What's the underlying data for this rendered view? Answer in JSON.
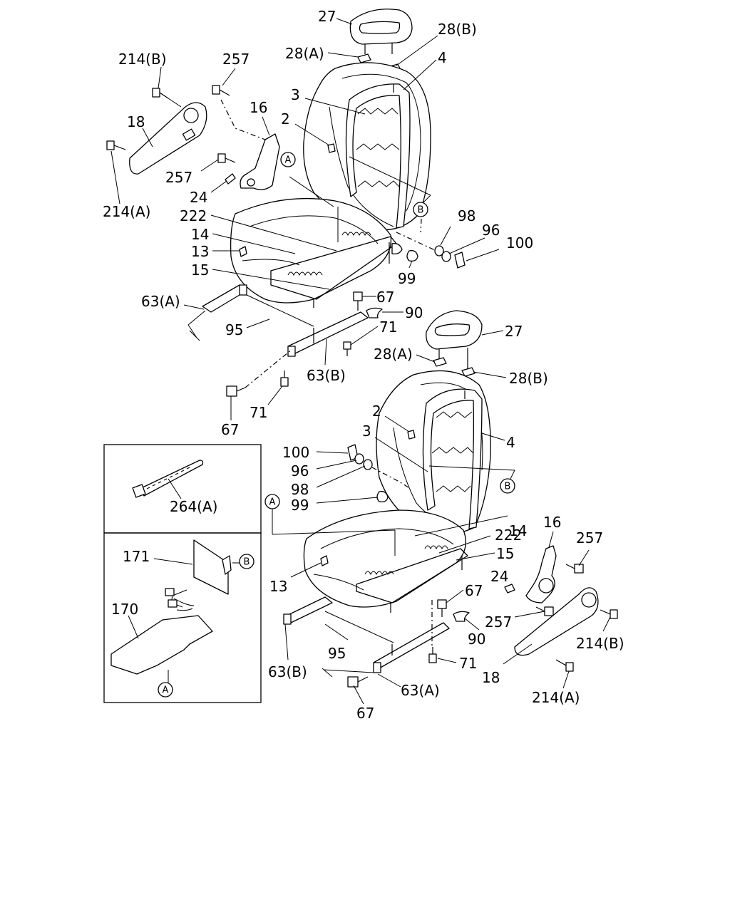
{
  "diagram": {
    "callouts": [
      {
        "id": "upper-headrest",
        "text": "27"
      },
      {
        "id": "upper-guide-a",
        "text": "28(A)"
      },
      {
        "id": "upper-guide-b",
        "text": "28(B)"
      },
      {
        "id": "upper-frame",
        "text": "4"
      },
      {
        "id": "upper-pad",
        "text": "3"
      },
      {
        "id": "upper-clip",
        "text": "2"
      },
      {
        "id": "upper-bolt-214b",
        "text": "214(B)"
      },
      {
        "id": "upper-bolt-257-top",
        "text": "257"
      },
      {
        "id": "upper-lever-16",
        "text": "16"
      },
      {
        "id": "upper-cover-18",
        "text": "18"
      },
      {
        "id": "upper-bolt-257-mid",
        "text": "257"
      },
      {
        "id": "upper-knob-24",
        "text": "24"
      },
      {
        "id": "upper-bolt-214a",
        "text": "214(A)"
      },
      {
        "id": "upper-harness-222",
        "text": "222"
      },
      {
        "id": "upper-cushion-14",
        "text": "14"
      },
      {
        "id": "upper-clip-13",
        "text": "13"
      },
      {
        "id": "upper-frame-15",
        "text": "15"
      },
      {
        "id": "upper-washer-98",
        "text": "98"
      },
      {
        "id": "upper-nut-96",
        "text": "96"
      },
      {
        "id": "upper-cap-100",
        "text": "100"
      },
      {
        "id": "upper-bushing-99",
        "text": "99"
      },
      {
        "id": "upper-rail-63a",
        "text": "63(A)"
      },
      {
        "id": "upper-bolt-67-top",
        "text": "67"
      },
      {
        "id": "upper-cover-90",
        "text": "90"
      },
      {
        "id": "upper-bar-95",
        "text": "95"
      },
      {
        "id": "upper-bolt-71-mid",
        "text": "71"
      },
      {
        "id": "upper-rail-63b",
        "text": "63(B)"
      },
      {
        "id": "upper-bolt-71-low",
        "text": "71"
      },
      {
        "id": "upper-bolt-67-low",
        "text": "67"
      },
      {
        "id": "lower-headrest",
        "text": "27"
      },
      {
        "id": "lower-guide-a",
        "text": "28(A)"
      },
      {
        "id": "lower-guide-b",
        "text": "28(B)"
      },
      {
        "id": "lower-clip",
        "text": "2"
      },
      {
        "id": "lower-pad",
        "text": "3"
      },
      {
        "id": "lower-frame",
        "text": "4"
      },
      {
        "id": "lower-cap-100",
        "text": "100"
      },
      {
        "id": "lower-nut-96",
        "text": "96"
      },
      {
        "id": "lower-washer-98",
        "text": "98"
      },
      {
        "id": "lower-bushing-99",
        "text": "99"
      },
      {
        "id": "lower-cushion-14",
        "text": "14"
      },
      {
        "id": "lower-lever-16",
        "text": "16"
      },
      {
        "id": "lower-bolt-257-top",
        "text": "257"
      },
      {
        "id": "lower-harness-222",
        "text": "222"
      },
      {
        "id": "lower-frame-15",
        "text": "15"
      },
      {
        "id": "lower-clip-13",
        "text": "13"
      },
      {
        "id": "lower-knob-24",
        "text": "24"
      },
      {
        "id": "lower-bolt-67-top",
        "text": "67"
      },
      {
        "id": "lower-bolt-257-mid",
        "text": "257"
      },
      {
        "id": "lower-cover-90",
        "text": "90"
      },
      {
        "id": "lower-bolt-214b",
        "text": "214(B)"
      },
      {
        "id": "lower-bar-95",
        "text": "95"
      },
      {
        "id": "lower-bolt-71",
        "text": "71"
      },
      {
        "id": "lower-cover-18",
        "text": "18"
      },
      {
        "id": "lower-rail-63b",
        "text": "63(B)"
      },
      {
        "id": "lower-rail-63a",
        "text": "63(A)"
      },
      {
        "id": "lower-bolt-214a",
        "text": "214(A)"
      },
      {
        "id": "lower-bolt-67-low",
        "text": "67"
      },
      {
        "id": "inset-tie-264a",
        "text": "264(A)"
      },
      {
        "id": "inset-pad-171",
        "text": "171"
      },
      {
        "id": "inset-pad-170",
        "text": "170"
      }
    ],
    "ref_markers": [
      {
        "id": "upper-a",
        "text": "A"
      },
      {
        "id": "upper-b",
        "text": "B"
      },
      {
        "id": "lower-a",
        "text": "A"
      },
      {
        "id": "lower-b",
        "text": "B"
      },
      {
        "id": "inset-b",
        "text": "B"
      },
      {
        "id": "inset-a",
        "text": "A"
      }
    ]
  }
}
